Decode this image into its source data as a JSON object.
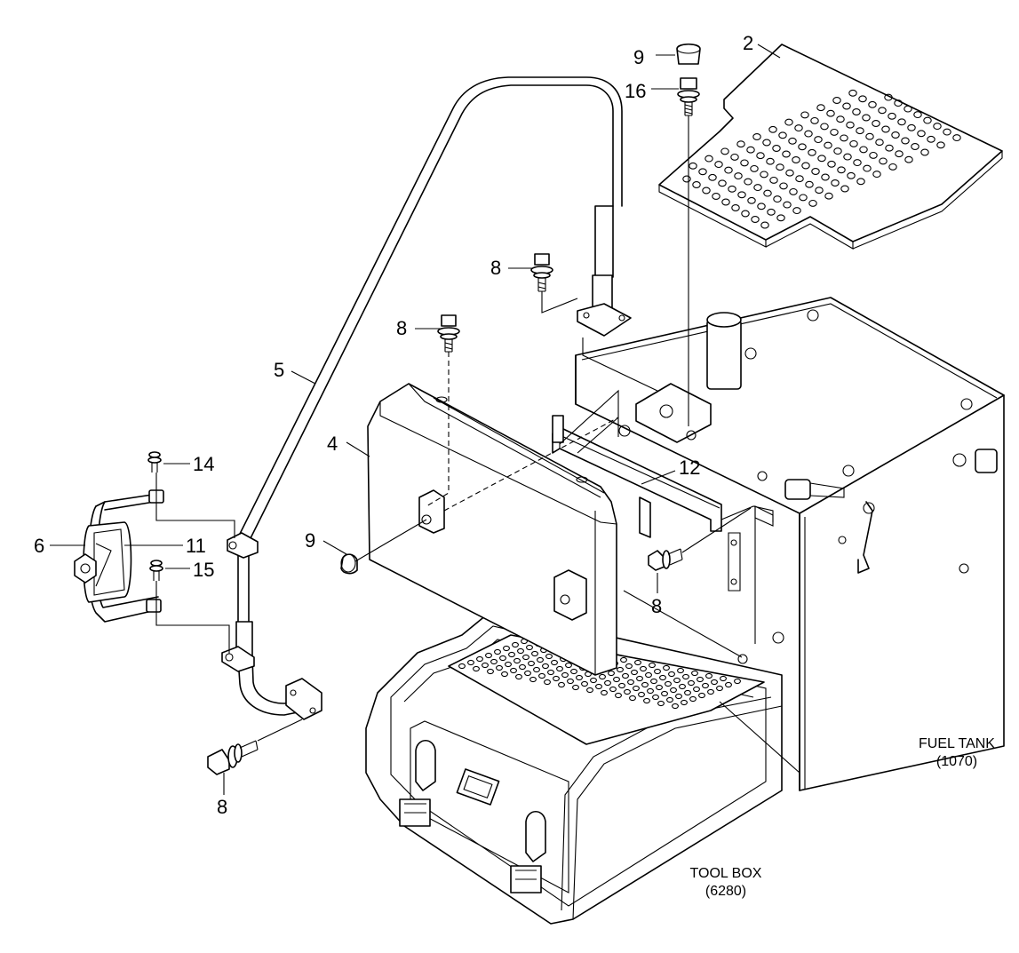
{
  "callouts": {
    "c2": "2",
    "c9a": "9",
    "c16": "16",
    "c8a": "8",
    "c8b": "8",
    "c5": "5",
    "c4": "4",
    "c14": "14",
    "c12": "12",
    "c6": "6",
    "c11": "11",
    "c9b": "9",
    "c15": "15",
    "c8c": "8",
    "c8d": "8"
  },
  "references": {
    "fuel_tank_name": "FUEL TANK",
    "fuel_tank_code": "(1070)",
    "tool_box_name": "TOOL BOX",
    "tool_box_code": "(6280)"
  }
}
